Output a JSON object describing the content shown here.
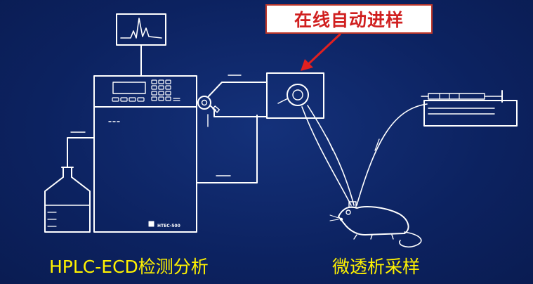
{
  "callout": {
    "text": "在线自动进样"
  },
  "captions": {
    "left": "HPLC-ECD检测分析",
    "right": "微透析采样"
  },
  "instrument": {
    "model": "HTEC-500"
  },
  "colors": {
    "background": "#0d2563",
    "line": "#ffffff",
    "caption": "#fff200",
    "callout_text": "#d01f1f",
    "arrow": "#e02020"
  }
}
